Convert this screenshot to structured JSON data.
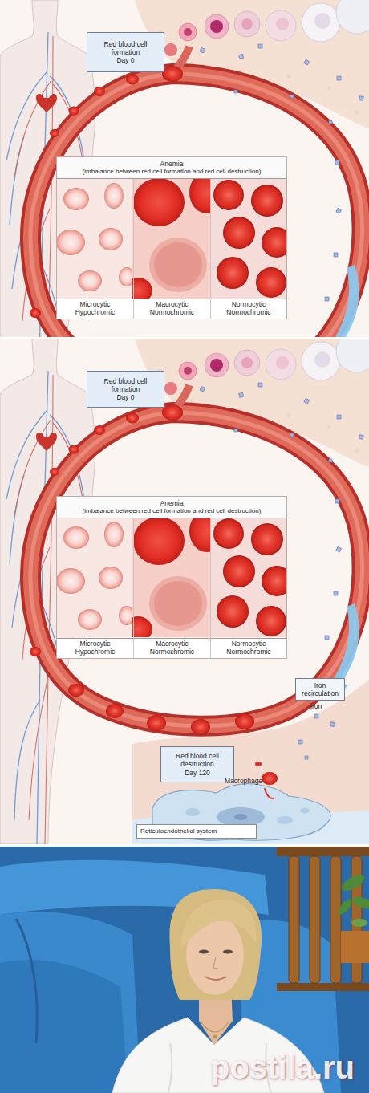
{
  "diagram": {
    "nodes": [
      {
        "text": [
          "Red blood cell formation",
          "Day 0"
        ]
      },
      {
        "text": [
          "Anemia",
          "(imbalance between red cell formation and red cell destruction)"
        ]
      },
      {
        "text": [
          "Microcytic Hypochromic"
        ],
        "in": 1
      },
      {
        "text": [
          "Macrocytic Normochromic"
        ],
        "in": 1
      },
      {
        "text": [
          "Normocytic Normochromic"
        ],
        "in": 1
      },
      {
        "text": [
          "Red blood cell formation",
          "Day 0"
        ]
      },
      {
        "text": [
          "Anemia",
          "(imbalance between red cell formation and red cell destruction)"
        ]
      },
      {
        "text": [
          "Microcytic Hypochromic"
        ],
        "in": 6
      },
      {
        "text": [
          "Macrocytic Normochromic"
        ],
        "in": 6
      },
      {
        "text": [
          "Normocytic Normochromic"
        ],
        "in": 6
      },
      {
        "text": [
          "Iron recirculation"
        ]
      },
      {
        "text": [
          "Red blood cell destruction",
          "Day 120"
        ]
      },
      {
        "text": [
          "Reticuloendothelial system"
        ]
      }
    ],
    "labels": [
      "iron",
      "Macrophage",
      "postila.ru"
    ]
  }
}
